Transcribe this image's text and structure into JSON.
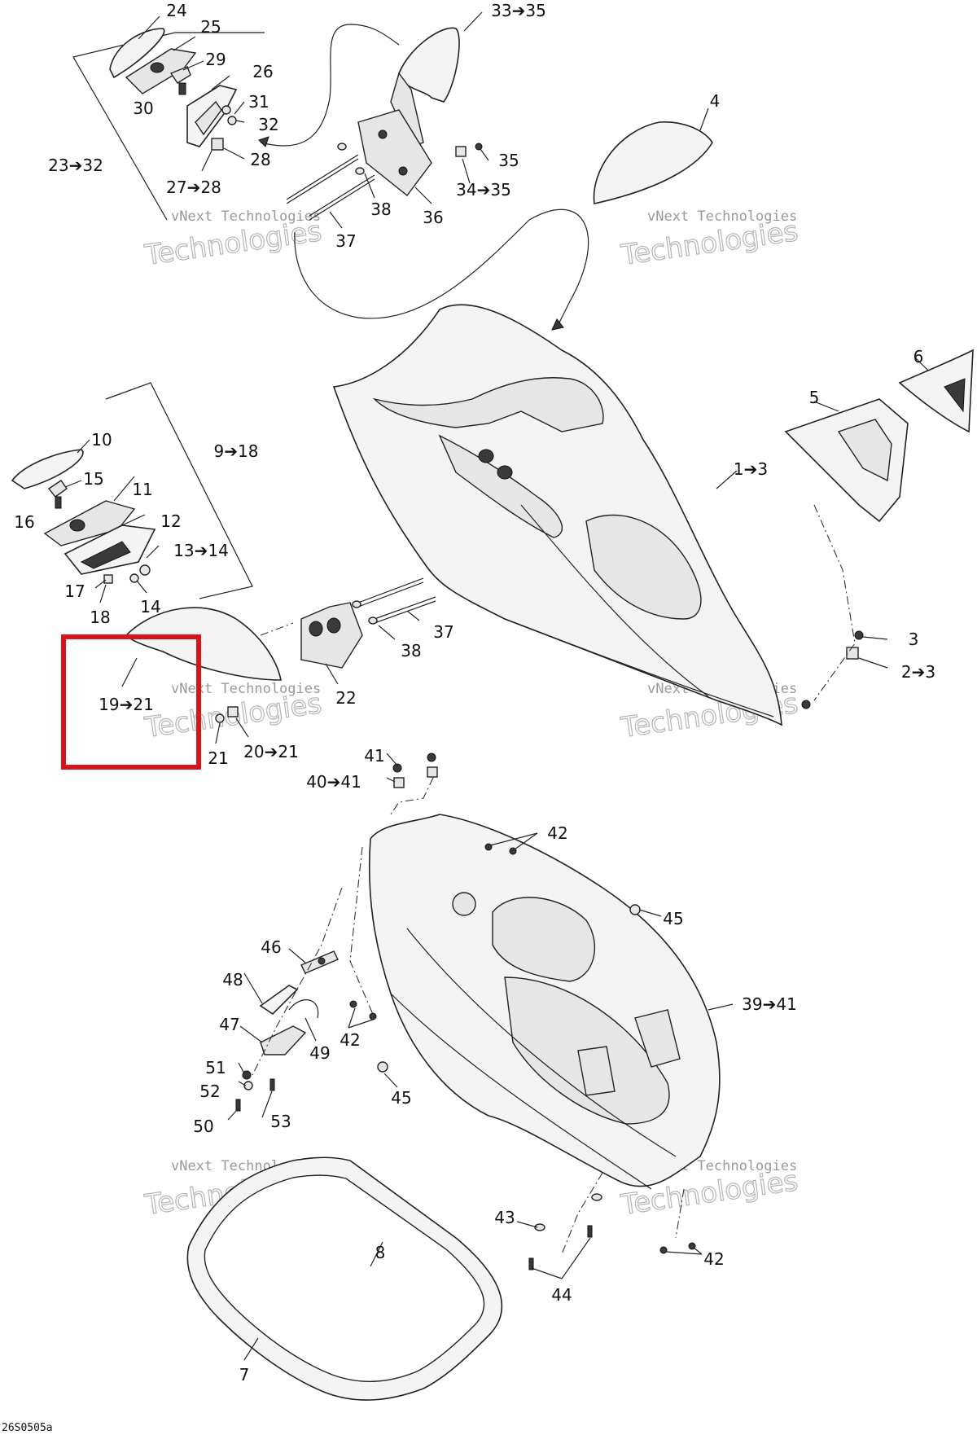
{
  "watermark": {
    "line1": "vNext Technologies",
    "line2": "vNext",
    "line3": "Technologies"
  },
  "drawing_code": "26S0505a",
  "highlight_label": "19➔21",
  "callouts": [
    "24",
    "25",
    "29",
    "30",
    "26",
    "31",
    "32",
    "23➔32",
    "27➔28",
    "28",
    "33➔35",
    "35",
    "34➔35",
    "38",
    "36",
    "37",
    "4",
    "6",
    "5",
    "1➔3",
    "10",
    "9➔18",
    "15",
    "11",
    "16",
    "12",
    "13➔14",
    "17",
    "18",
    "14",
    "37",
    "38",
    "22",
    "21",
    "20➔21",
    "3",
    "2➔3",
    "41",
    "40➔41",
    "42",
    "45",
    "46",
    "48",
    "47",
    "49",
    "42",
    "51",
    "52",
    "50",
    "53",
    "45",
    "39➔41",
    "43",
    "44",
    "42",
    "8",
    "7"
  ]
}
